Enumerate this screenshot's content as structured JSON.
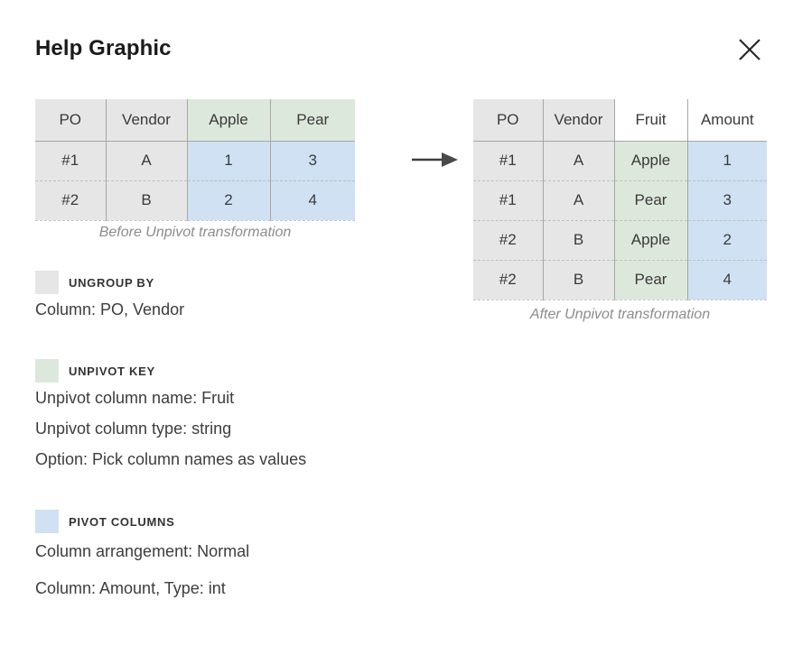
{
  "header": {
    "title": "Help Graphic",
    "close_label": "Close",
    "close_icon": "close-icon"
  },
  "arrow": {
    "icon": "arrow-right-icon"
  },
  "before_table": {
    "caption": "Before Unpivot transformation",
    "columns": [
      "PO",
      "Vendor",
      "Apple",
      "Pear"
    ],
    "rows": [
      [
        "#1",
        "A",
        "1",
        "3"
      ],
      [
        "#2",
        "B",
        "2",
        "4"
      ]
    ]
  },
  "after_table": {
    "caption": "After Unpivot transformation",
    "columns": [
      "PO",
      "Vendor",
      "Fruit",
      "Amount"
    ],
    "rows": [
      [
        "#1",
        "A",
        "Apple",
        "1"
      ],
      [
        "#1",
        "A",
        "Pear",
        "3"
      ],
      [
        "#2",
        "B",
        "Apple",
        "2"
      ],
      [
        "#2",
        "B",
        "Pear",
        "4"
      ]
    ]
  },
  "legend": {
    "ungroup": {
      "label": "UNGROUP BY",
      "color": "#e6e6e6",
      "lines": [
        "Column: PO, Vendor"
      ]
    },
    "unpivot_key": {
      "label": "UNPIVOT KEY",
      "color": "#dde8dc",
      "lines": [
        "Unpivot column name: Fruit",
        "Unpivot column type: string",
        "Option: Pick column names as values"
      ]
    },
    "pivot_columns": {
      "label": "PIVOT COLUMNS",
      "color": "#cfe1f2",
      "lines": [
        "Column arrangement: Normal",
        "Column: Amount, Type: int"
      ]
    }
  },
  "colors": {
    "grey": "#e6e6e6",
    "green": "#dde8dc",
    "blue": "#cfe1f2",
    "border_solid": "#a6a6a6",
    "border_dashed": "#c9c9c9",
    "text": "#3a3a3a",
    "caption": "#8c8c8c"
  }
}
